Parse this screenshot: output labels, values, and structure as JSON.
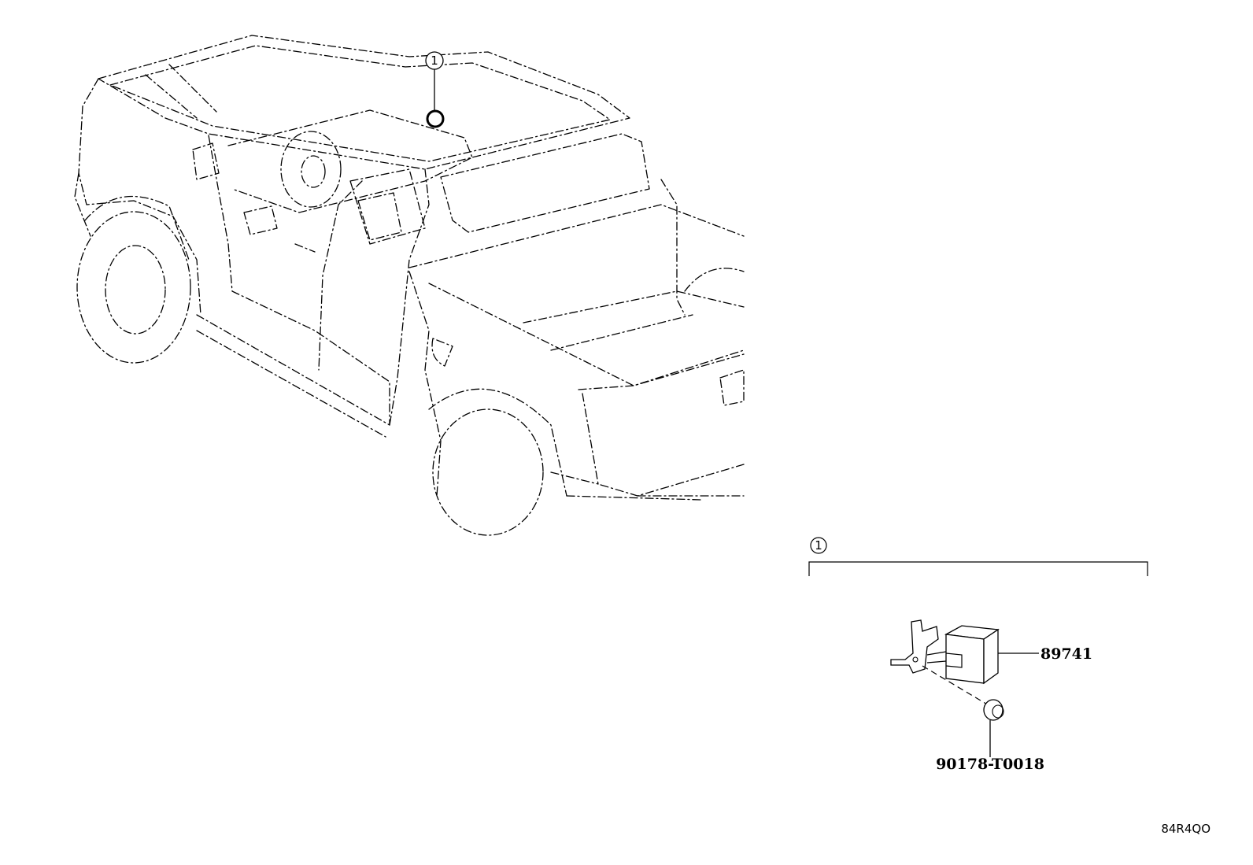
{
  "callouts": {
    "ref_main": "1",
    "ref_detail": "1"
  },
  "parts": [
    {
      "number": "89741"
    },
    {
      "number": "90178-T0018"
    }
  ],
  "figure_code": "84R4QO"
}
